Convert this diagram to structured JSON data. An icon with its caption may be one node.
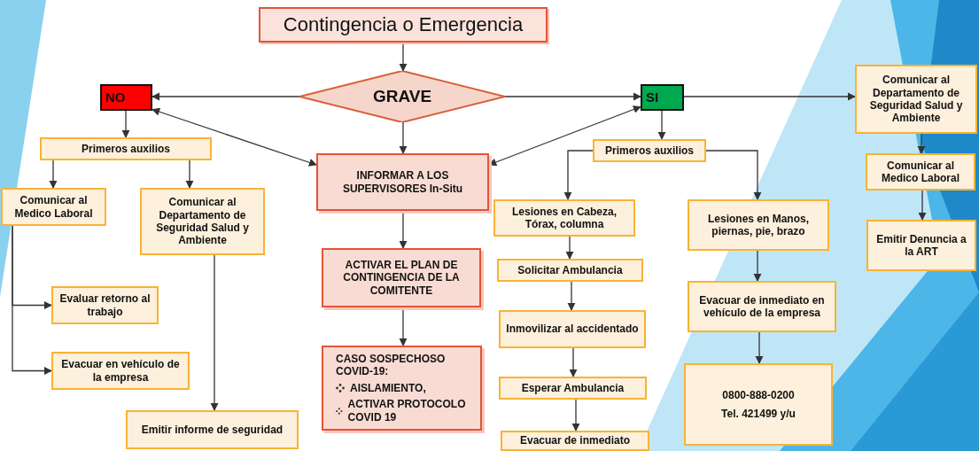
{
  "diagram": {
    "nodes": [
      {
        "text": [
          "Contingencia o Emergencia"
        ]
      },
      {
        "text": [
          "GRAVE"
        ]
      },
      {
        "text": [
          "NO"
        ]
      },
      {
        "text": [
          "SI"
        ]
      },
      {
        "text": [
          "Primeros auxilios"
        ]
      },
      {
        "text": [
          "INFORMAR A LOS SUPERVISORES In-Situ"
        ]
      },
      {
        "text": [
          "Primeros auxilios"
        ]
      },
      {
        "text": [
          "Comunicar al Departamento de Seguridad Salud y Ambiente"
        ]
      },
      {
        "text": [
          "Comunicar al Medico Laboral"
        ]
      },
      {
        "text": [
          "Comunicar al Departamento de Seguridad Salud y Ambiente"
        ]
      },
      {
        "text": [
          "Lesiones en Cabeza, Tórax, columna"
        ]
      },
      {
        "text": [
          "Lesiones en Manos, piernas, pie, brazo"
        ]
      },
      {
        "text": [
          "Comunicar al Medico Laboral"
        ]
      },
      {
        "text": [
          "ACTIVAR EL PLAN DE CONTINGENCIA DE LA COMITENTE"
        ]
      },
      {
        "text": [
          "Solicitar Ambulancia"
        ]
      },
      {
        "text": [
          "Emitir Denuncia a la ART"
        ]
      },
      {
        "text": [
          "Evaluar retorno al trabajo"
        ]
      },
      {
        "text": [
          "Evacuar de inmediato en vehículo de la empresa"
        ]
      },
      {
        "text": [
          "Inmovilizar al accidentado"
        ]
      },
      {
        "text": [
          "CASO SOSPECHOSO COVID-19:",
          "AISLAMIENTO,",
          "ACTIVAR PROTOCOLO COVID 19"
        ]
      },
      {
        "text": [
          "Evacuar en vehículo de la empresa"
        ]
      },
      {
        "text": [
          "Esperar Ambulancia"
        ]
      },
      {
        "text": [
          "0800-888-0200",
          "Tel. 421499 y/u"
        ]
      },
      {
        "text": [
          "Emitir informe de seguridad"
        ]
      },
      {
        "text": [
          "Evacuar de inmediato"
        ]
      }
    ],
    "edges": [
      {
        "from": 0,
        "to": 1,
        "arrow": "to"
      },
      {
        "from": 1,
        "to": 2,
        "arrow": "to"
      },
      {
        "from": 1,
        "to": 3,
        "arrow": "to"
      },
      {
        "from": 1,
        "to": 5,
        "arrow": "to"
      },
      {
        "from": 2,
        "to": 5,
        "arrow": "both"
      },
      {
        "from": 3,
        "to": 5,
        "arrow": "both"
      },
      {
        "from": 2,
        "to": 4,
        "arrow": "to"
      },
      {
        "from": 3,
        "to": 6,
        "arrow": "to"
      },
      {
        "from": 3,
        "to": 7,
        "arrow": "to"
      },
      {
        "from": 4,
        "to": 8,
        "arrow": "to"
      },
      {
        "from": 4,
        "to": 9,
        "arrow": "to"
      },
      {
        "from": 8,
        "to": 16,
        "arrow": "to"
      },
      {
        "from": 8,
        "to": 20,
        "arrow": "to"
      },
      {
        "from": 9,
        "to": 23,
        "arrow": "to"
      },
      {
        "from": 5,
        "to": 13,
        "arrow": "to"
      },
      {
        "from": 13,
        "to": 19,
        "arrow": "to"
      },
      {
        "from": 6,
        "to": 10,
        "arrow": "to"
      },
      {
        "from": 6,
        "to": 11,
        "arrow": "to"
      },
      {
        "from": 10,
        "to": 14,
        "arrow": "to"
      },
      {
        "from": 14,
        "to": 18,
        "arrow": "to"
      },
      {
        "from": 18,
        "to": 21,
        "arrow": "to"
      },
      {
        "from": 21,
        "to": 24,
        "arrow": "to"
      },
      {
        "from": 11,
        "to": 17,
        "arrow": "to"
      },
      {
        "from": 17,
        "to": 22,
        "arrow": "to"
      },
      {
        "from": 7,
        "to": 12,
        "arrow": "to"
      },
      {
        "from": 12,
        "to": 15,
        "arrow": "to"
      }
    ]
  }
}
